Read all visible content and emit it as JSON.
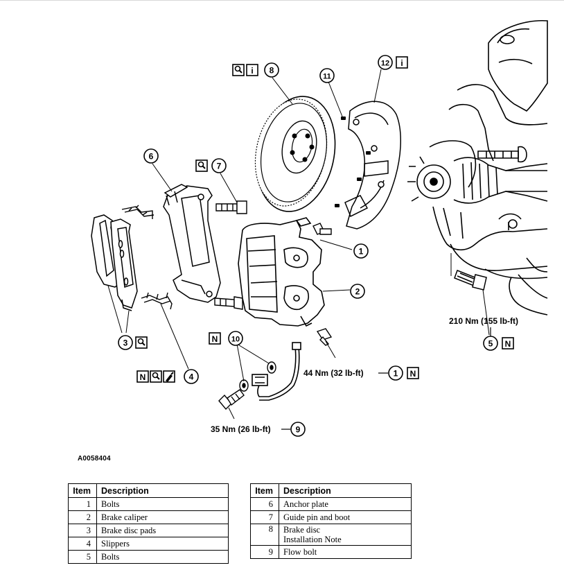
{
  "figure_id": "A0058404",
  "callouts": {
    "c1": "1",
    "c1b": "1",
    "c2": "2",
    "c3": "3",
    "c4": "4",
    "c5": "5",
    "c6": "6",
    "c7": "7",
    "c8": "8",
    "c9": "9",
    "c10": "10",
    "c11": "11",
    "c12": "12"
  },
  "torques": {
    "t5": "210 Nm (155 lb-ft)",
    "t1": "44 Nm (32 lb-ft)",
    "t9": "35 Nm (26 lb-ft)"
  },
  "symbol_letters": {
    "new": "N",
    "info": "i"
  },
  "table_left": {
    "header": {
      "item": "Item",
      "description": "Description"
    },
    "rows": [
      {
        "item": "1",
        "description": "Bolts"
      },
      {
        "item": "2",
        "description": "Brake caliper"
      },
      {
        "item": "3",
        "description": "Brake disc pads"
      },
      {
        "item": "4",
        "description": "Slippers"
      },
      {
        "item": "5",
        "description": "Bolts"
      }
    ]
  },
  "table_right": {
    "header": {
      "item": "Item",
      "description": "Description"
    },
    "rows": [
      {
        "item": "6",
        "description": "Anchor plate",
        "description_2": ""
      },
      {
        "item": "7",
        "description": "Guide pin and boot",
        "description_2": ""
      },
      {
        "item": "8",
        "description": "Brake disc",
        "description_2": "Installation Note"
      },
      {
        "item": "9",
        "description": "Flow bolt",
        "description_2": ""
      }
    ]
  }
}
